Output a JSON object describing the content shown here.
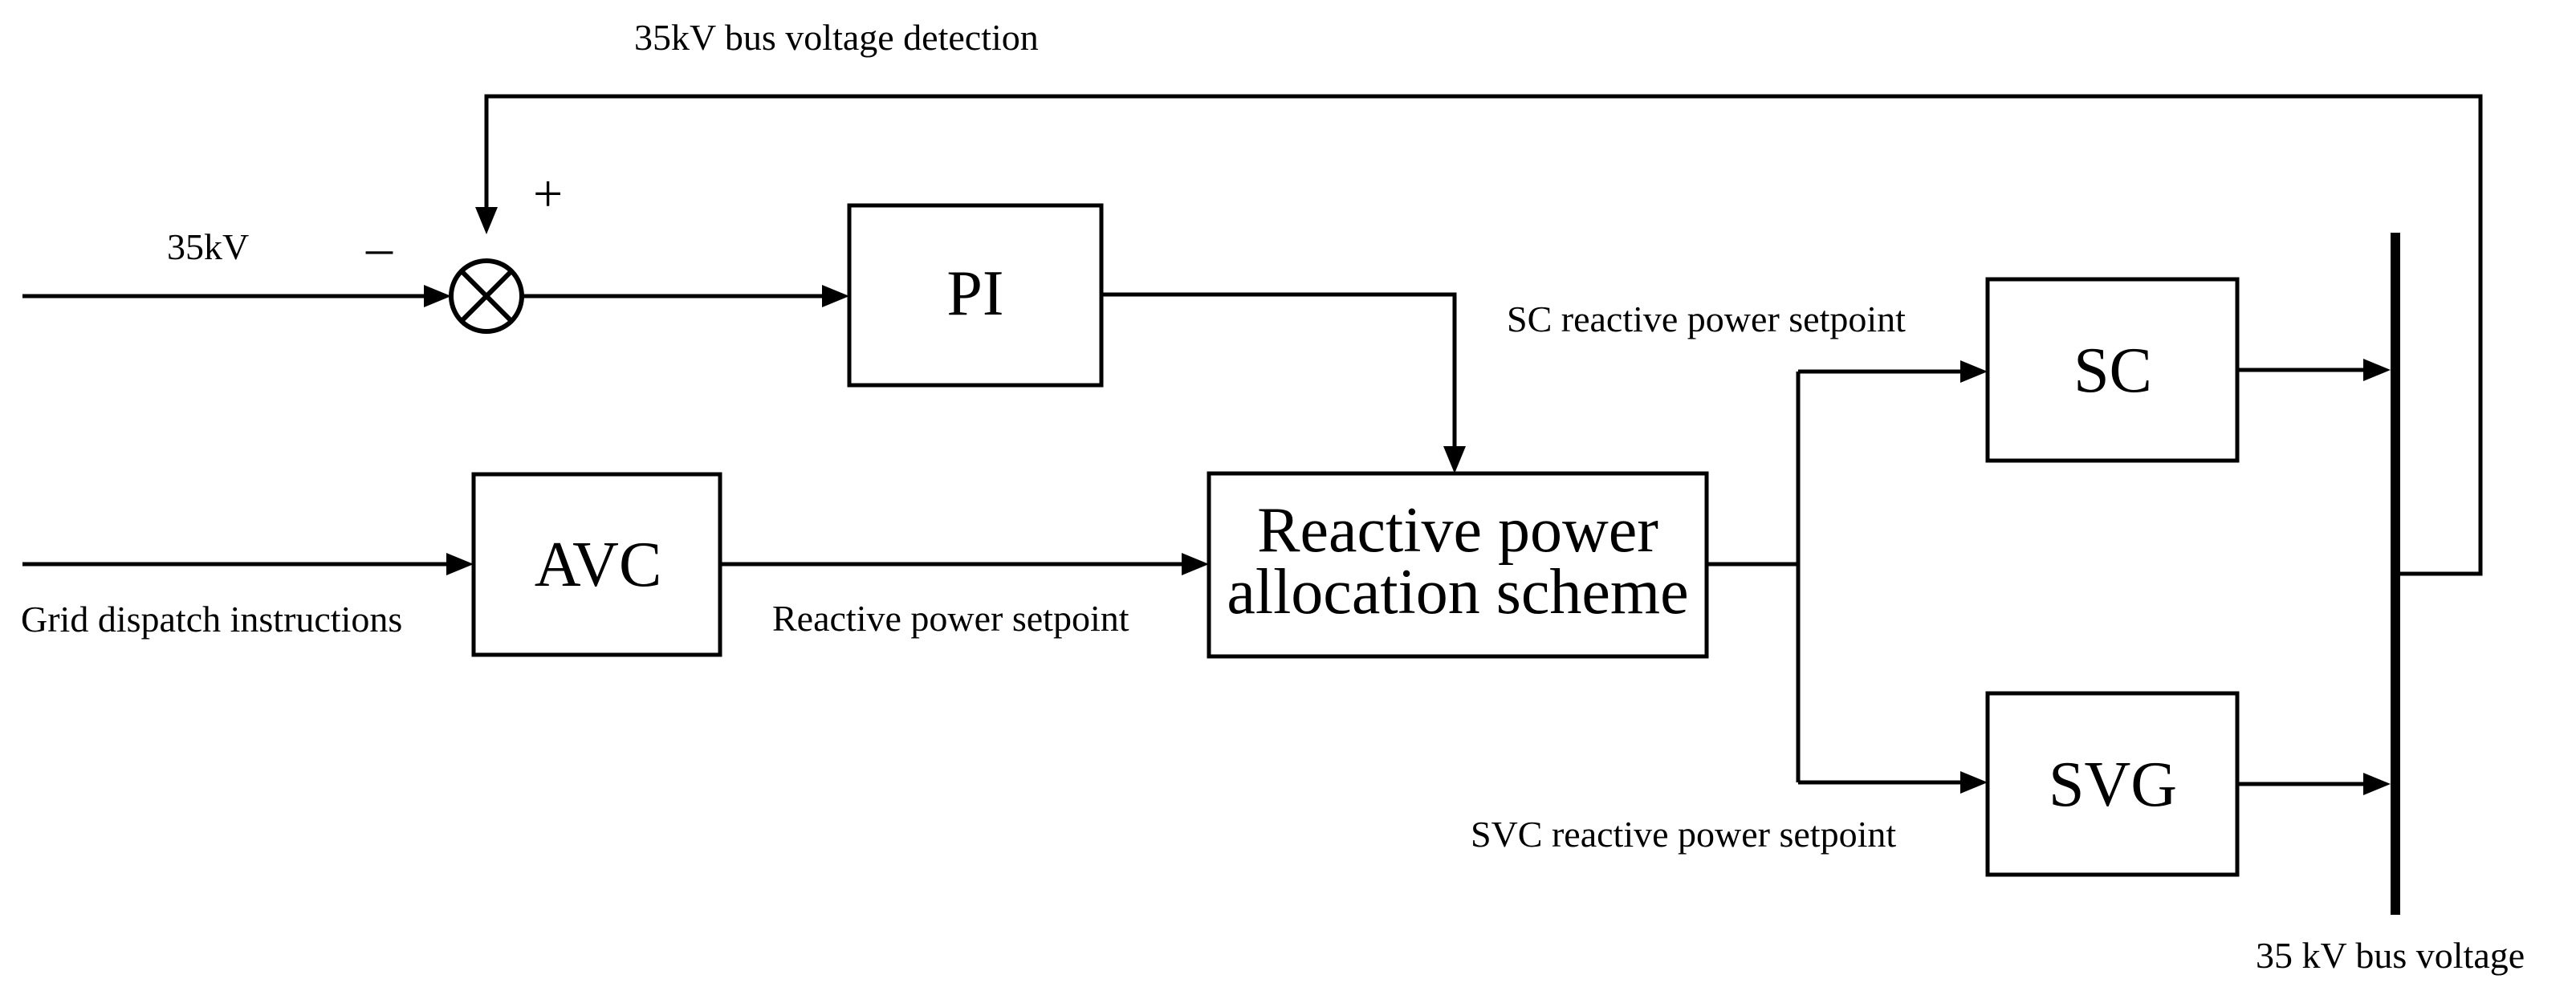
{
  "labels": {
    "bus_voltage_detection": "35kV bus voltage detection",
    "input_35kv": "35kV",
    "minus_sign": "–",
    "plus_sign": "+",
    "grid_dispatch": "Grid dispatch instructions",
    "reactive_power_setpoint": "Reactive power setpoint",
    "sc_setpoint": "SC reactive power setpoint",
    "svc_setpoint": "SVC reactive power setpoint",
    "bus_voltage": "35 kV bus voltage"
  },
  "blocks": {
    "pi": "PI",
    "avc": "AVC",
    "allocation_line1": "Reactive power",
    "allocation_line2": "allocation scheme",
    "sc": "SC",
    "svg": "SVG"
  },
  "symbols": {
    "summing_junction": "summing-junction-icon"
  }
}
